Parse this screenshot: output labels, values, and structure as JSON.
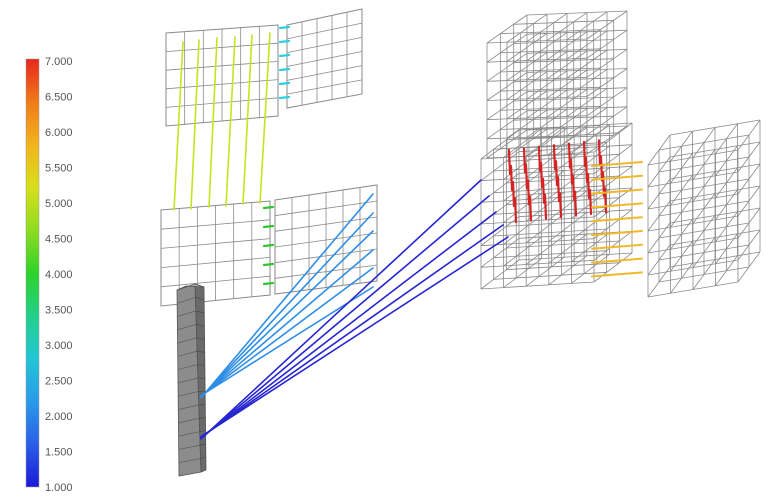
{
  "legend": {
    "ticks": [
      "7.000",
      "6.500",
      "6.000",
      "5.500",
      "5.000",
      "4.500",
      "4.000",
      "3.500",
      "3.000",
      "2.500",
      "2.000",
      "1.500",
      "1.000"
    ],
    "gradient_stops": [
      "#e8261e",
      "#f07a1a",
      "#f2b41c",
      "#d8df1c",
      "#8fdc20",
      "#2ed22a",
      "#22d08a",
      "#22c6d6",
      "#2a9ae8",
      "#2a5ee8",
      "#1a1ad8"
    ]
  },
  "colors": {
    "mesh": "#8a8a8a",
    "column": "#8c8c8c",
    "column_dark": "#6a6a6a",
    "yellow_lines": "#c8e21e",
    "cyan_ticks": "#2ad0e0",
    "green_ticks": "#2ec82e",
    "light_blue_lines": "#2e8ee6",
    "dark_blue_lines": "#2626d2",
    "red_bars": "#d42424",
    "orange_bars": "#f2b82a"
  },
  "icons": {
    "model": "structural-mesh-3d"
  }
}
